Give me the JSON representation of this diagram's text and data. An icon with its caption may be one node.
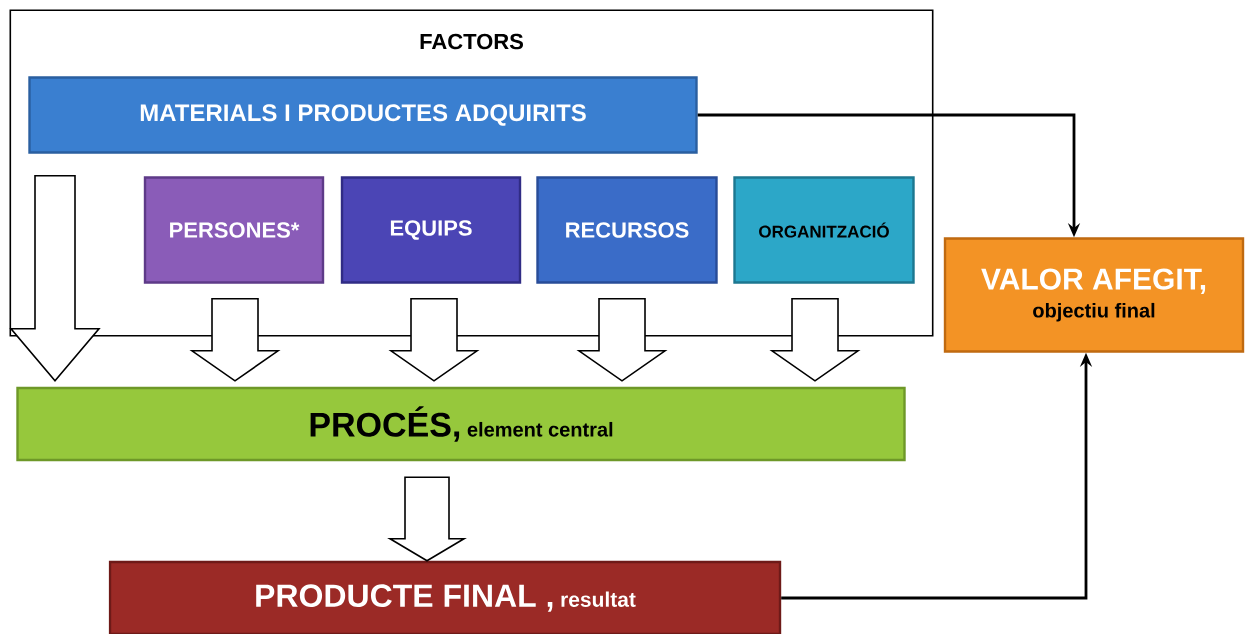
{
  "diagram": {
    "nodes": [
      {
        "text": [
          "FACTORS"
        ]
      },
      {
        "text": [
          "MATERIALS I PRODUCTES ADQUIRITS"
        ],
        "in": 0
      },
      {
        "text": [
          "PERSONES*"
        ],
        "in": 0
      },
      {
        "text": [
          "EQUIPS"
        ],
        "in": 0
      },
      {
        "text": [
          "RECURSOS"
        ],
        "in": 0
      },
      {
        "text": [
          "ORGANITZACIÓ"
        ],
        "in": 0
      },
      {
        "text": [
          "VALOR AFEGIT,",
          "objectiu final"
        ]
      },
      {
        "text": [
          "PROCÉS,",
          "element central"
        ]
      },
      {
        "text": [
          "PRODUCTE FINAL ,",
          "resultat"
        ]
      }
    ],
    "edges": [
      {
        "from": 1,
        "to": 6,
        "arrow": "to"
      },
      {
        "from": 1,
        "to": 7,
        "arrow": "to",
        "style": "thick"
      },
      {
        "from": 2,
        "to": 7,
        "arrow": "to",
        "style": "thick"
      },
      {
        "from": 3,
        "to": 7,
        "arrow": "to",
        "style": "thick"
      },
      {
        "from": 4,
        "to": 7,
        "arrow": "to",
        "style": "thick"
      },
      {
        "from": 5,
        "to": 7,
        "arrow": "to",
        "style": "thick"
      },
      {
        "from": 7,
        "to": 8,
        "arrow": "to",
        "style": "thick"
      },
      {
        "from": 8,
        "to": 6,
        "arrow": "to"
      }
    ]
  }
}
